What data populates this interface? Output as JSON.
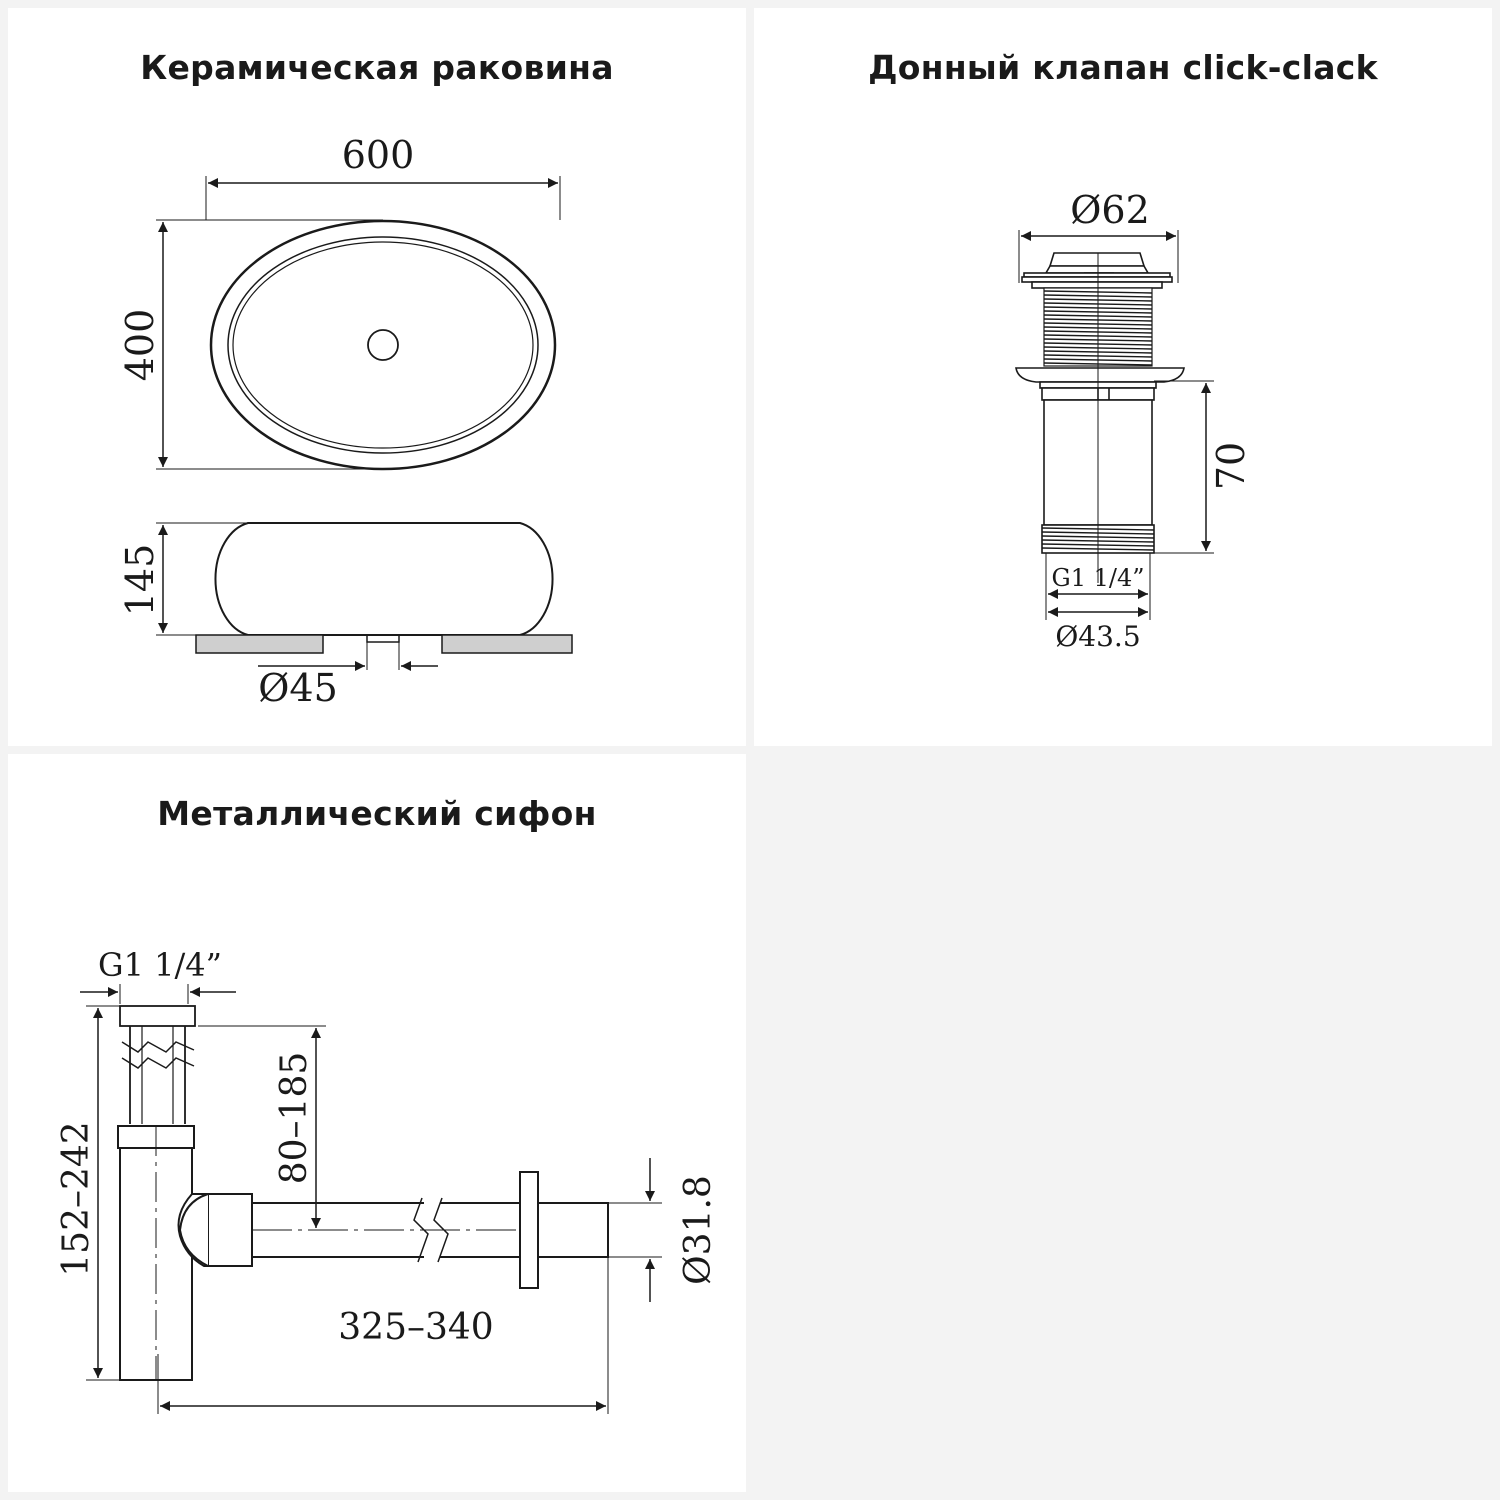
{
  "colors": {
    "background": "#f3f3f3",
    "panel": "#ffffff",
    "line": "#1a1a1a",
    "stand": "#cfcfcf"
  },
  "panels": [
    {
      "title": "Керамическая раковина",
      "dims": {
        "width": "600",
        "depth": "400",
        "height": "145",
        "drain": "Ø45"
      }
    },
    {
      "title": "Донный клапан click-clack",
      "dims": {
        "cap": "Ø62",
        "length": "70",
        "thread": "G1 1/4”",
        "bottom": "Ø43.5"
      }
    },
    {
      "title": "Металлический сифон",
      "dims": {
        "thread": "G1 1/4”",
        "height": "152–242",
        "inlet": "80–185",
        "length": "325–340",
        "outlet": "Ø31.8"
      }
    }
  ]
}
